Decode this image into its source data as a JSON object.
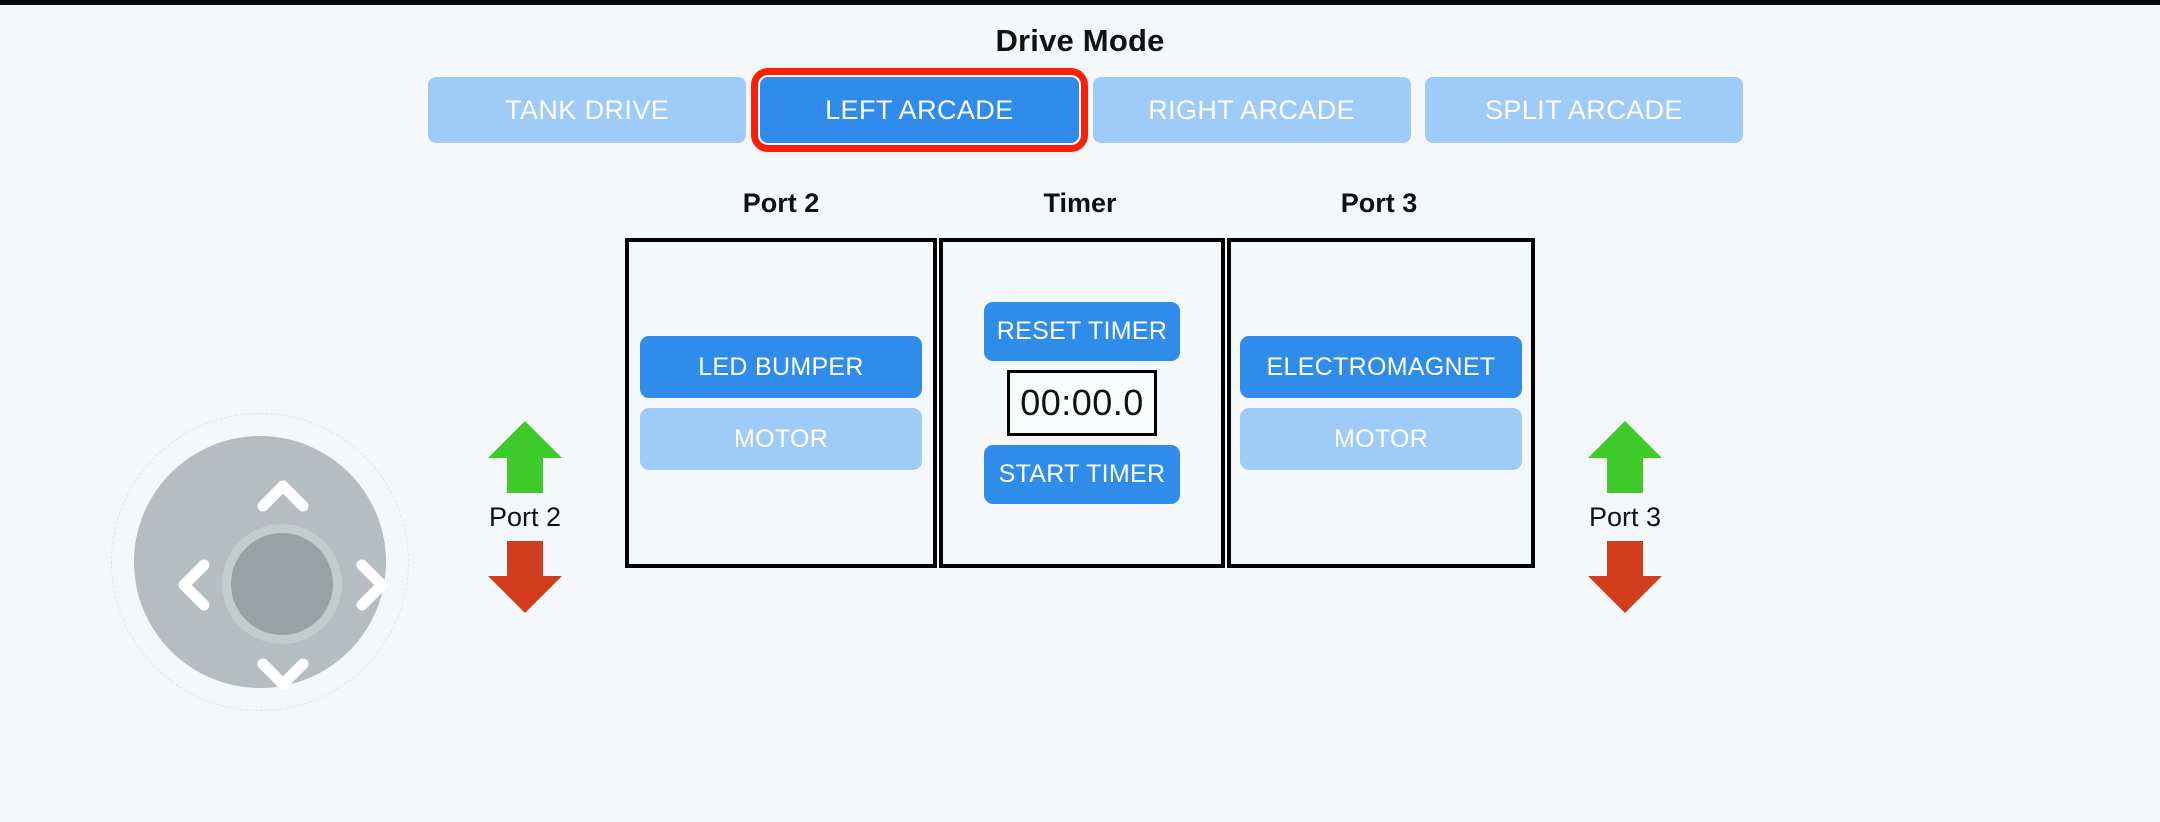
{
  "page": {
    "background_color": "#f4f8fa",
    "top_strip_color": "#0a0a0a"
  },
  "drive_mode": {
    "title": "Drive Mode",
    "selected": "LEFT ARCADE",
    "active_color": "#2f8ceb",
    "inactive_color": "#9ecbf7",
    "focus_outline_color": "#fb1f04",
    "options": [
      {
        "label": "TANK DRIVE",
        "active": false,
        "focused": false
      },
      {
        "label": "LEFT ARCADE",
        "active": true,
        "focused": true
      },
      {
        "label": "RIGHT ARCADE",
        "active": false,
        "focused": false
      },
      {
        "label": "SPLIT ARCADE",
        "active": false,
        "focused": false
      }
    ]
  },
  "console": {
    "labels": {
      "port2": "Port 2",
      "timer": "Timer",
      "port3": "Port 3"
    },
    "port2_panel": {
      "buttons": [
        {
          "label": "LED BUMPER",
          "active": true
        },
        {
          "label": "MOTOR",
          "active": false
        }
      ]
    },
    "timer_panel": {
      "reset_label": "RESET TIMER",
      "display_value": "00:00.0",
      "start_label": "START TIMER"
    },
    "port3_panel": {
      "buttons": [
        {
          "label": "ELECTROMAGNET",
          "active": true
        },
        {
          "label": "MOTOR",
          "active": false
        }
      ]
    }
  },
  "dpad": {
    "ring_color": "#b6bdc0",
    "knob_color": "#9aa1a4",
    "chevron_color": "#ffffff",
    "directions": [
      "up",
      "down",
      "left",
      "right"
    ]
  },
  "port_arrows": {
    "up_color": "#3ecb2a",
    "down_color": "#d23d1e",
    "left_group": {
      "up_icon": "arrow-up-icon",
      "label": "Port 2",
      "down_icon": "arrow-down-icon"
    },
    "right_group": {
      "up_icon": "arrow-up-icon",
      "label": "Port 3",
      "down_icon": "arrow-down-icon"
    }
  }
}
